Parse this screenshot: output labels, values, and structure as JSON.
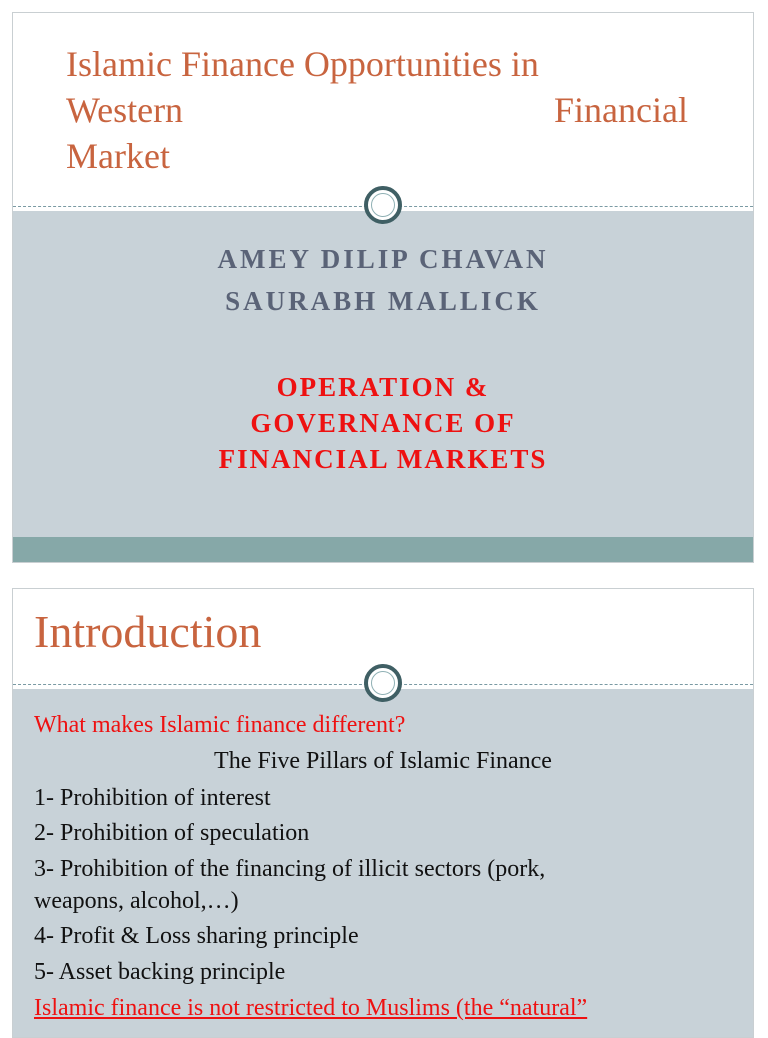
{
  "slide1": {
    "title": {
      "line1": "Islamic Finance Opportunities in",
      "line2_left": "Western",
      "line2_right": "Financial",
      "line3": "Market"
    },
    "authors": [
      "AMEY DILIP CHAVAN",
      "SAURABH MALLICK"
    ],
    "course": [
      "OPERATION &",
      "GOVERNANCE OF",
      "FINANCIAL MARKETS"
    ]
  },
  "slide2": {
    "title": "Introduction",
    "question": "What makes Islamic finance different?",
    "subheading": "The Five Pillars of Islamic Finance",
    "pillars": [
      "1- Prohibition of interest",
      "2- Prohibition of speculation",
      "3- Prohibition of the financing of illicit sectors (pork,",
      "weapons, alcohol,…)",
      "4- Profit & Loss sharing principle",
      "5- Asset backing principle"
    ],
    "note": "Islamic finance is not restricted to Muslims (the “natural”"
  },
  "colors": {
    "title": "#c8643f",
    "accent_red": "#ee1111",
    "author": "#5a6377",
    "body_bg": "#c8d2d8",
    "band": "#86a8a8",
    "ring": "#3f5f64"
  }
}
